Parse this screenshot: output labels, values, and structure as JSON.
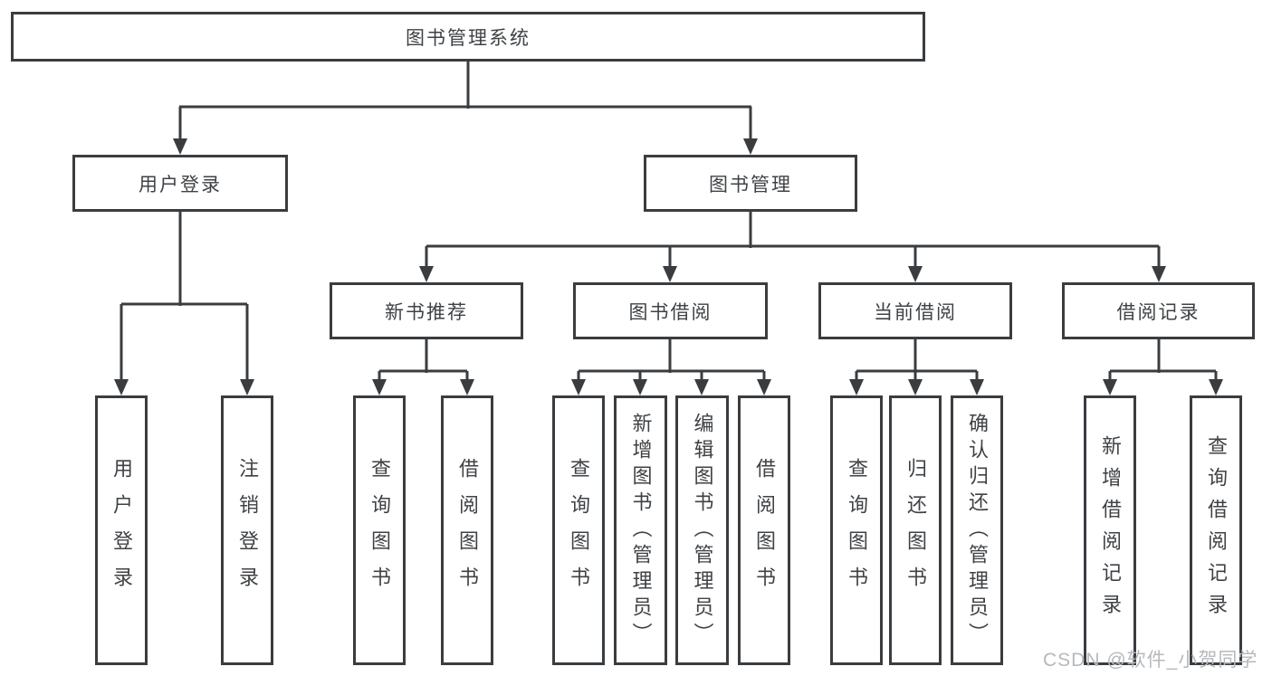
{
  "diagram_type": "hierarchy-tree",
  "tree": {
    "root": "图书管理系统",
    "branches": [
      {
        "label": "用户登录",
        "children": [
          "用户登录",
          "注销登录"
        ]
      },
      {
        "label": "图书管理",
        "sections": [
          {
            "label": "新书推荐",
            "children": [
              "查询图书",
              "借阅图书"
            ]
          },
          {
            "label": "图书借阅",
            "children": [
              "查询图书",
              "新增图书（管理员）",
              "编辑图书（管理员）",
              "借阅图书"
            ]
          },
          {
            "label": "当前借阅",
            "children": [
              "查询图书",
              "归还图书",
              "确认归还（管理员）"
            ]
          },
          {
            "label": "借阅记录",
            "children": [
              "新增借阅记录",
              "查询借阅记录"
            ]
          }
        ]
      }
    ]
  },
  "watermark": {
    "text": "CSDN @软件_小贺同学"
  },
  "colors": {
    "background": "#ffffff",
    "line": "#3a3d40",
    "box_border": "#3a3d40",
    "box_fill": "#ffffff",
    "text": "#3f4245",
    "watermark": "#b5b9bd"
  }
}
